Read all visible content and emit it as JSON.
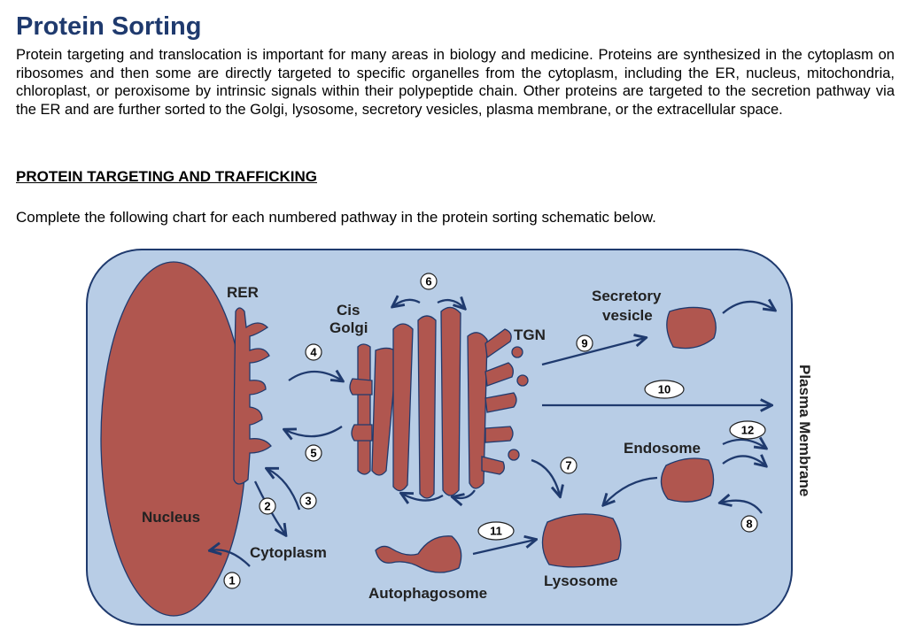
{
  "header": {
    "title": "Protein Sorting",
    "intro": "Protein targeting and translocation is important for many areas in biology and medicine. Proteins are synthesized in the cytoplasm on ribosomes and then some are directly targeted to specific organelles from the cytoplasm, including the ER, nucleus, mitochondria, chloroplast, or peroxisome by intrinsic signals within their polypeptide chain. Other proteins are targeted to the secretion pathway via the ER and are further sorted to the Golgi, lysosome, secretory vesicles, plasma membrane, or the extracellular space.",
    "section_heading": "PROTEIN TARGETING AND TRAFFICKING",
    "instructions": "Complete the following chart for each numbered pathway in the protein sorting schematic below."
  },
  "diagram": {
    "labels": {
      "rer": "RER",
      "cis_golgi_line1": "Cis",
      "cis_golgi_line2": "Golgi",
      "tgn": "TGN",
      "secretory_line1": "Secretory",
      "secretory_line2": "vesicle",
      "plasma_membrane": "Plasma Membrane",
      "endosome": "Endosome",
      "nucleus": "Nucleus",
      "cytoplasm": "Cytoplasm",
      "autophagosome": "Autophagosome",
      "lysosome": "Lysosome"
    },
    "pathways": [
      "1",
      "2",
      "3",
      "4",
      "5",
      "6",
      "7",
      "8",
      "9",
      "10",
      "11",
      "12"
    ],
    "colors": {
      "cell": "#b8cde6",
      "organelle": "#b0564f",
      "outline": "#1f3a6e"
    }
  }
}
